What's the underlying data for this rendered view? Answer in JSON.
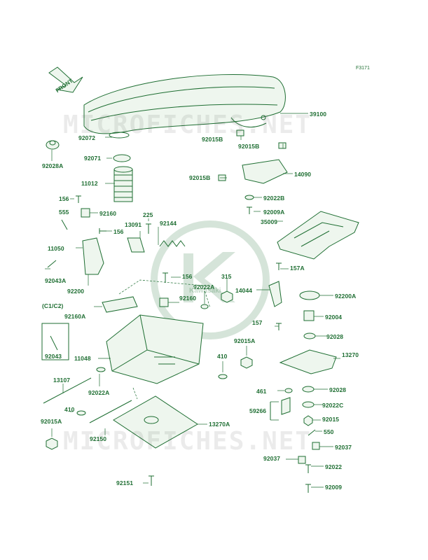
{
  "ref": "F3171",
  "front": "FRONT",
  "watermark": [
    "MICROFICHES.NET",
    "MICROFICHES.NET"
  ],
  "logo": "Kawasaki",
  "group": "(C1/C2)",
  "accent": "#1e6e32",
  "labels": {
    "l39100": "39100",
    "l92028A": "92028A",
    "l92072": "92072",
    "l92015B_1": "92015B",
    "l92015B_2": "92015B",
    "l92071": "92071",
    "l11012": "11012",
    "l92015B_3": "92015B",
    "l14090": "14090",
    "l92022B": "92022B",
    "l92009A": "92009A",
    "l35009": "35009",
    "l156a": "156",
    "l555": "555",
    "l92160a": "92160",
    "l225": "225",
    "l13091": "13091",
    "l92144": "92144",
    "l156b": "156",
    "l11050": "11050",
    "l157A": "157A",
    "l156c": "156",
    "l315": "315",
    "l92022A_a": "92022A",
    "l14044": "14044",
    "l92043A": "92043A",
    "l92200A": "92200A",
    "l92200": "92200",
    "l92160b": "92160",
    "l92160A": "92160A",
    "l92004": "92004",
    "l157": "157",
    "l92043": "92043",
    "l92028a": "92028",
    "l92015A_a": "92015A",
    "l11048": "11048",
    "l13270": "13270",
    "l410a": "410",
    "l13107": "13107",
    "l92022A_b": "92022A",
    "l461": "461",
    "l92028b": "92028",
    "l59266": "59266",
    "l92022C": "92022C",
    "l410b": "410",
    "l92015": "92015",
    "l92015A_b": "92015A",
    "l13270A": "13270A",
    "l550": "550",
    "l92150": "92150",
    "l92037a": "92037",
    "l92037b": "92037",
    "l92022": "92022",
    "l92151": "92151",
    "l92009": "92009"
  }
}
